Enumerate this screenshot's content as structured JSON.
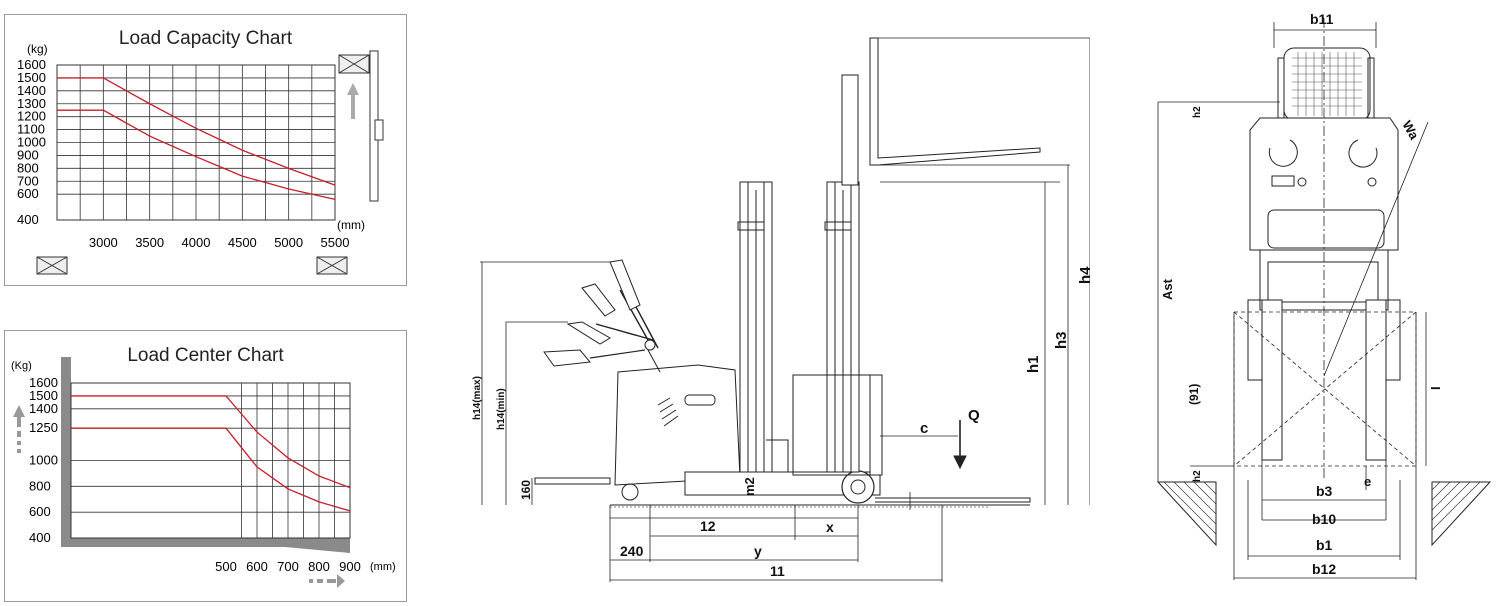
{
  "load_capacity": {
    "title": "Load Capacity Chart",
    "y_unit": "(kg)",
    "x_unit": "(mm)",
    "chart_data": {
      "type": "line",
      "title": "Load Capacity Chart",
      "xlabel": "(mm)",
      "ylabel": "(kg)",
      "x_ticks": [
        3000,
        3500,
        4000,
        4500,
        5000,
        5500
      ],
      "y_ticks": [
        400,
        600,
        700,
        800,
        900,
        1000,
        1100,
        1200,
        1300,
        1400,
        1500,
        1600
      ],
      "xlim": [
        2500,
        5500
      ],
      "ylim": [
        400,
        1600
      ],
      "grid": true,
      "series": [
        {
          "x": [
            2500,
            3000,
            3500,
            4000,
            4500,
            5000,
            5500
          ],
          "y": [
            1500,
            1500,
            1300,
            1110,
            940,
            800,
            670
          ],
          "color": "#c81e2a"
        },
        {
          "x": [
            2500,
            3000,
            3500,
            4000,
            4500,
            5000,
            5500
          ],
          "y": [
            1250,
            1250,
            1050,
            890,
            740,
            640,
            560
          ],
          "color": "#c81e2a"
        }
      ]
    }
  },
  "load_center": {
    "title": "Load Center Chart",
    "y_unit": "(Kg)",
    "x_unit": "(mm)",
    "chart_data": {
      "type": "line",
      "title": "Load Center Chart",
      "xlabel": "(mm)",
      "ylabel": "(Kg)",
      "x_ticks": [
        500,
        600,
        700,
        800,
        900
      ],
      "y_ticks": [
        400,
        600,
        800,
        1000,
        1250,
        1400,
        1500,
        1600
      ],
      "xlim": [
        0,
        900
      ],
      "ylim": [
        400,
        1600
      ],
      "grid": true,
      "series": [
        {
          "x": [
            0,
            500,
            600,
            700,
            800,
            900
          ],
          "y": [
            1500,
            1500,
            1220,
            1020,
            880,
            790
          ],
          "color": "#c81e2a"
        },
        {
          "x": [
            0,
            500,
            600,
            700,
            800,
            900
          ],
          "y": [
            1250,
            1250,
            950,
            780,
            680,
            610
          ],
          "color": "#c81e2a"
        }
      ]
    }
  },
  "side_view": {
    "labels": {
      "h1": "h1",
      "h3": "h3",
      "h4": "h4",
      "h14_max": "h14(max)",
      "h14_min": "h14(min)",
      "h160": "160",
      "m2": "m2",
      "c": "c",
      "q": "Q",
      "l2": "12",
      "x": "x",
      "d240": "240",
      "y": "y",
      "l1": "11"
    }
  },
  "front_view": {
    "labels": {
      "b11": "b11",
      "h2": "h2",
      "wa": "Wa",
      "ast": "Ast",
      "l91": "(91)",
      "i": "I",
      "h2b": "h2",
      "b3": "b3",
      "e": "e",
      "b10": "b10",
      "b1": "b1",
      "b12": "b12"
    }
  }
}
